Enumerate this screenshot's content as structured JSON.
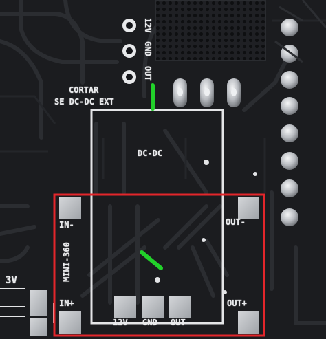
{
  "silkscreen": {
    "header_12v": "12V",
    "header_gnd": "GND",
    "header_out": "OUT",
    "cortar_line1": "CORTAR",
    "cortar_line2": "SE DC-DC EXT",
    "dcdc": "DC-DC",
    "in_minus": "IN-",
    "in_plus": "IN+",
    "out_minus": "OUT-",
    "out_plus": "OUT+",
    "mini360": "MINI-360",
    "bottom_12v": "12V",
    "bottom_gnd": "GND",
    "bottom_out": "OUT",
    "left_3v": "3V"
  },
  "colors": {
    "pcb": "#1b1c1f",
    "silkscreen": "#e9eaec",
    "highlight_box": "#e3262b",
    "cut_mark": "#22d12a",
    "pad": "#c9ccd0"
  }
}
